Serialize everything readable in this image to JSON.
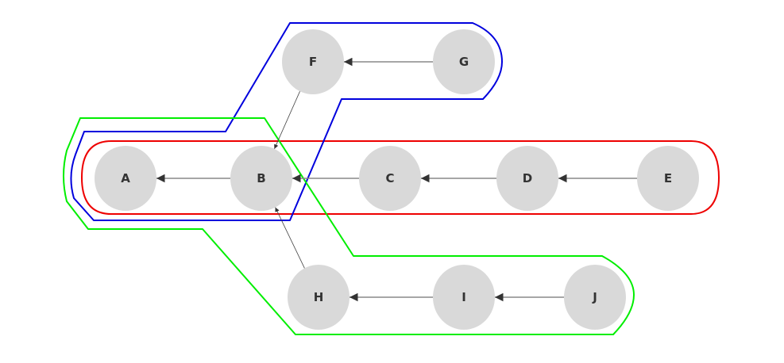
{
  "diagram": {
    "type": "directed-graph-with-groups",
    "node_fill": "#d9d9d9",
    "label_color": "#333333",
    "edge_color": "#888888",
    "arrow_color": "#333333",
    "nodes": [
      {
        "id": "A",
        "label": "A"
      },
      {
        "id": "B",
        "label": "B"
      },
      {
        "id": "C",
        "label": "C"
      },
      {
        "id": "D",
        "label": "D"
      },
      {
        "id": "E",
        "label": "E"
      },
      {
        "id": "F",
        "label": "F"
      },
      {
        "id": "G",
        "label": "G"
      },
      {
        "id": "H",
        "label": "H"
      },
      {
        "id": "I",
        "label": "I"
      },
      {
        "id": "J",
        "label": "J"
      }
    ],
    "edges": [
      {
        "from": "B",
        "to": "A"
      },
      {
        "from": "C",
        "to": "B"
      },
      {
        "from": "D",
        "to": "C"
      },
      {
        "from": "E",
        "to": "D"
      },
      {
        "from": "G",
        "to": "F"
      },
      {
        "from": "F",
        "to": "B"
      },
      {
        "from": "I",
        "to": "H"
      },
      {
        "from": "J",
        "to": "I"
      },
      {
        "from": "H",
        "to": "B"
      }
    ],
    "groups": [
      {
        "name": "red-group",
        "color": "#ee0000",
        "members": [
          "A",
          "B",
          "C",
          "D",
          "E"
        ]
      },
      {
        "name": "blue-group",
        "color": "#0000dd",
        "members": [
          "A",
          "B",
          "F",
          "G"
        ]
      },
      {
        "name": "green-group",
        "color": "#00ee00",
        "members": [
          "A",
          "B",
          "H",
          "I",
          "J"
        ]
      }
    ]
  }
}
